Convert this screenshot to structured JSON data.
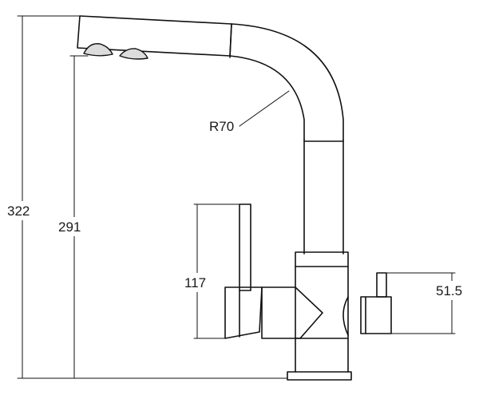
{
  "dimensions": {
    "total_height": "322",
    "spout_height": "291",
    "lever_height": "117",
    "side_valve_height": "51.5",
    "spout_radius": "R70"
  },
  "colors": {
    "stroke": "#111111",
    "background": "#ffffff"
  }
}
